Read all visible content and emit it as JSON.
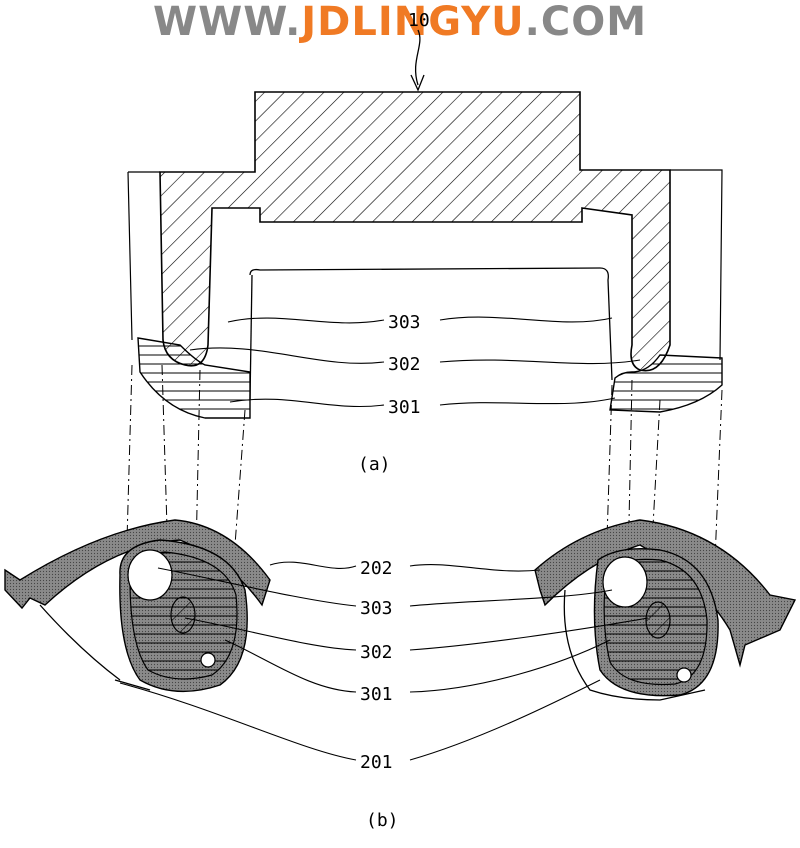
{
  "watermark": {
    "part1": "WWW.",
    "part2": "JDLINGYU",
    "part3": ".COM",
    "color_gray": "#888888",
    "color_orange": "#f07a24"
  },
  "labels": {
    "top_ref": "10",
    "a303": "303",
    "a302": "302",
    "a301": "301",
    "caption_a": "(a)",
    "b202": "202",
    "b303": "303",
    "b302": "302",
    "b301": "301",
    "b201": "201",
    "caption_b": "(b)"
  }
}
